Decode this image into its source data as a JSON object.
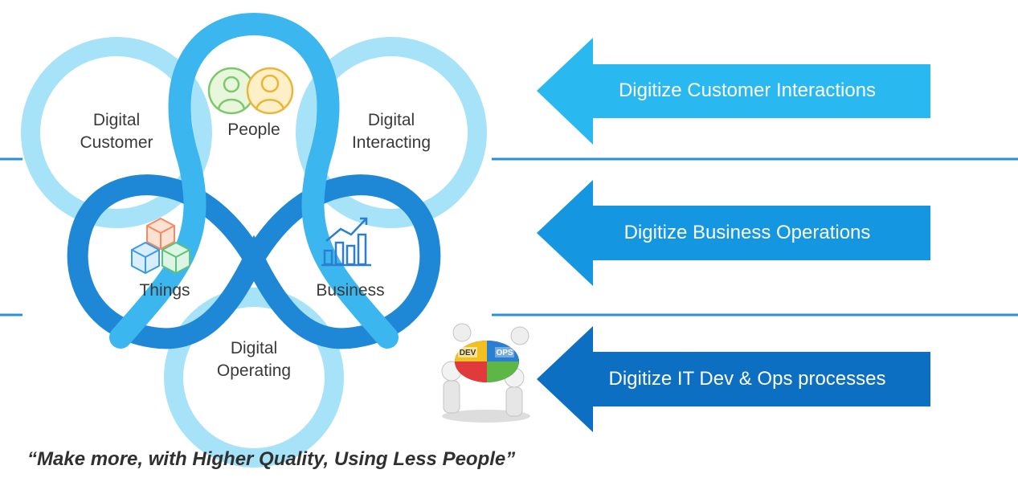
{
  "labels": {
    "digital_customer": [
      "Digital",
      "Customer"
    ],
    "people": "People",
    "digital_interacting": [
      "Digital",
      "Interacting"
    ],
    "things": "Things",
    "business": "Business",
    "digital_operating": [
      "Digital",
      "Operating"
    ]
  },
  "devops_badges": {
    "dev": "DEV",
    "ops": "OPS"
  },
  "arrows": [
    {
      "label": "Digitize Customer Interactions",
      "color": "#29b8ef"
    },
    {
      "label": "Digitize Business Operations",
      "color": "#1596e0"
    },
    {
      "label": "Digitize IT Dev & Ops processes",
      "color": "#0d6fc2"
    }
  ],
  "colors": {
    "light_ring": "#a6e2f8",
    "mid_loop": "#3cb6ee",
    "dark_loop": "#1e88d6",
    "divider": "#2a8fd4"
  },
  "icons": [
    "people-icon",
    "cubes-icon",
    "bar-chart-icon",
    "devops-puzzle-icon"
  ],
  "quote": "“Make more, with Higher Quality, Using Less People”"
}
